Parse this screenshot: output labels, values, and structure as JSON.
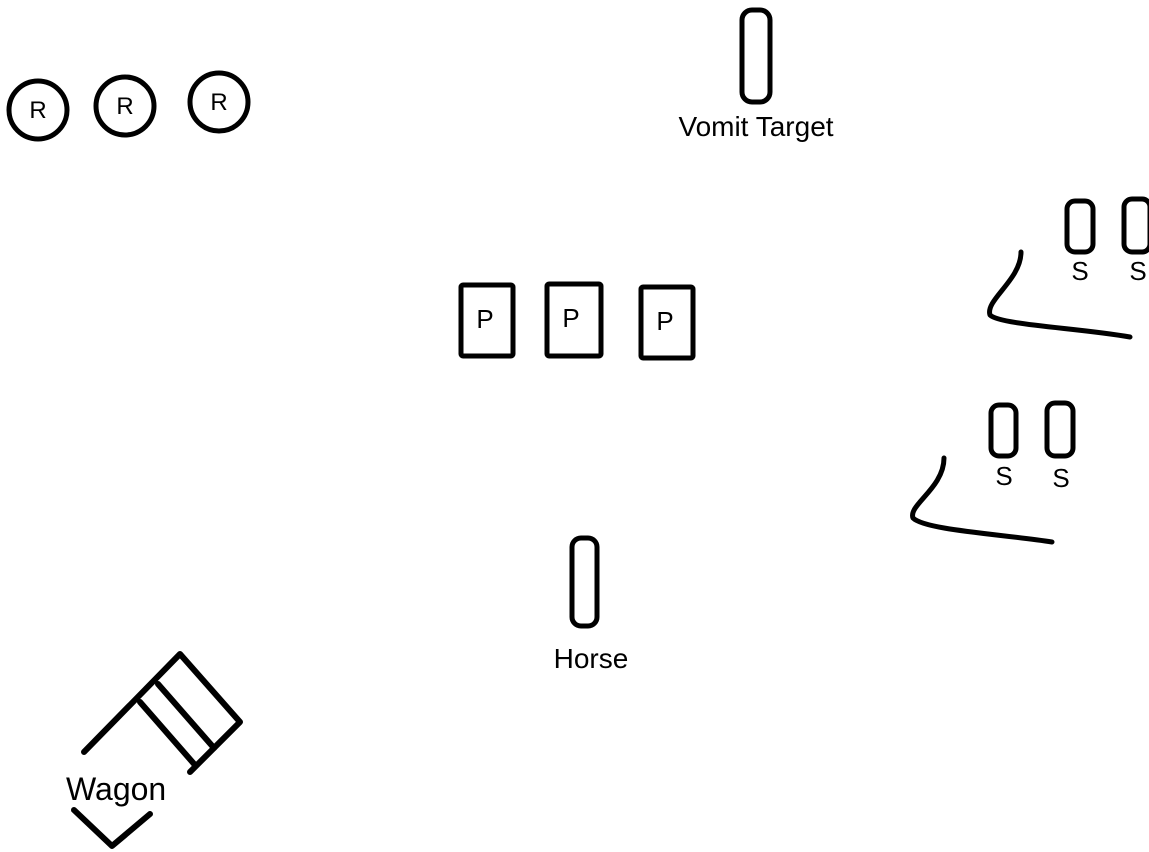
{
  "diagram": {
    "ink_color": "#000000",
    "background_color": "#ffffff",
    "r_markers": [
      {
        "label": "R"
      },
      {
        "label": "R"
      },
      {
        "label": "R"
      }
    ],
    "p_markers": [
      {
        "label": "P"
      },
      {
        "label": "P"
      },
      {
        "label": "P"
      }
    ],
    "s_markers": [
      {
        "label": "S"
      },
      {
        "label": "S"
      },
      {
        "label": "S"
      },
      {
        "label": "S"
      }
    ],
    "vomit_target": {
      "label": "Vomit Target"
    },
    "horse": {
      "label": "Horse"
    },
    "wagon": {
      "label": "Wagon"
    }
  }
}
